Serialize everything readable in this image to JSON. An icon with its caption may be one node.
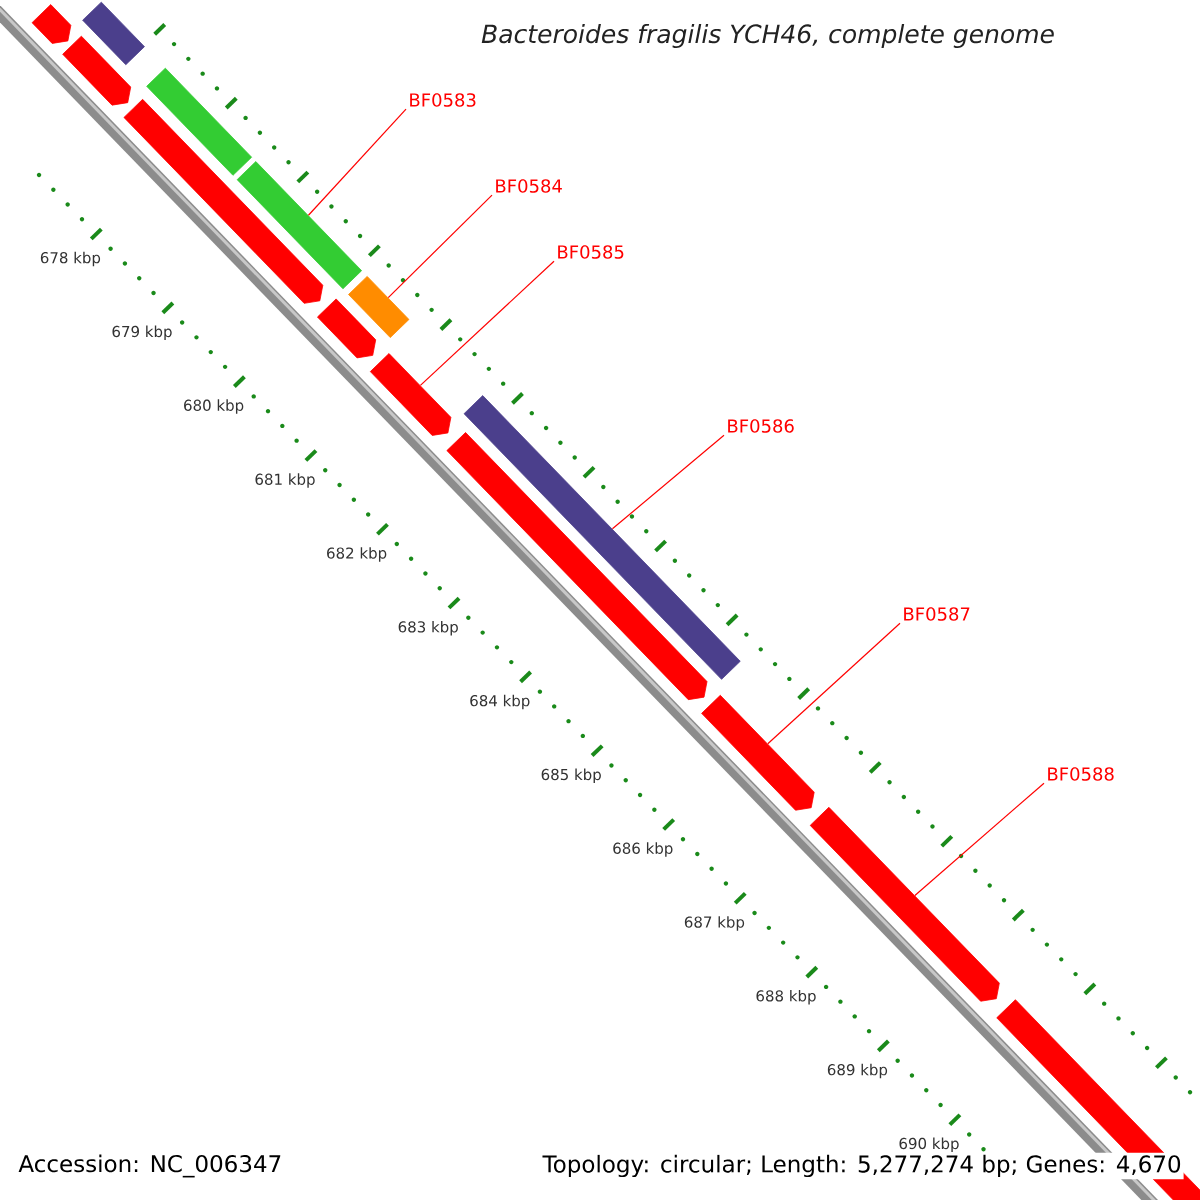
{
  "diagram": {
    "title": "Bacteroides fragilis YCH46, complete genome",
    "nodes": [
      {
        "text": [
          "BF0583"
        ]
      },
      {
        "text": [
          "BF0584"
        ]
      },
      {
        "text": [
          "BF0585"
        ]
      },
      {
        "text": [
          "BF0586"
        ]
      },
      {
        "text": [
          "BF0587"
        ]
      },
      {
        "text": [
          "BF0588"
        ]
      },
      {
        "text": [],
        "shape": "bar"
      },
      {
        "text": [],
        "shape": "bar"
      },
      {
        "text": [],
        "shape": "bar"
      },
      {
        "text": [],
        "shape": "bar"
      },
      {
        "text": [],
        "shape": "bar"
      },
      {
        "text": [],
        "shape": "arrow"
      },
      {
        "text": [],
        "shape": "arrow"
      },
      {
        "text": [],
        "shape": "arrow"
      },
      {
        "text": [],
        "shape": "arrow"
      },
      {
        "text": [],
        "shape": "arrow"
      },
      {
        "text": [],
        "shape": "arrow"
      },
      {
        "text": [],
        "shape": "arrow"
      },
      {
        "text": [],
        "shape": "arrow"
      },
      {
        "text": [],
        "shape": "arrow"
      }
    ],
    "edges": [
      {
        "from": 0,
        "to": 8,
        "arrow": "none"
      },
      {
        "from": 1,
        "to": 9,
        "arrow": "none"
      },
      {
        "from": 2,
        "to": 15,
        "arrow": "none"
      },
      {
        "from": 3,
        "to": 10,
        "arrow": "none"
      },
      {
        "from": 4,
        "to": 17,
        "arrow": "none"
      },
      {
        "from": 5,
        "to": 18,
        "arrow": "none"
      }
    ],
    "labels": [
      "678 kbp",
      "679 kbp",
      "680 kbp",
      "681 kbp",
      "682 kbp",
      "683 kbp",
      "684 kbp",
      "685 kbp",
      "686 kbp",
      "687 kbp",
      "688 kbp",
      "689 kbp",
      "690 kbp",
      "Accession: NC_006347",
      "Topology: circular; Length: 5,277,274 bp; Genes: 4,670"
    ]
  }
}
